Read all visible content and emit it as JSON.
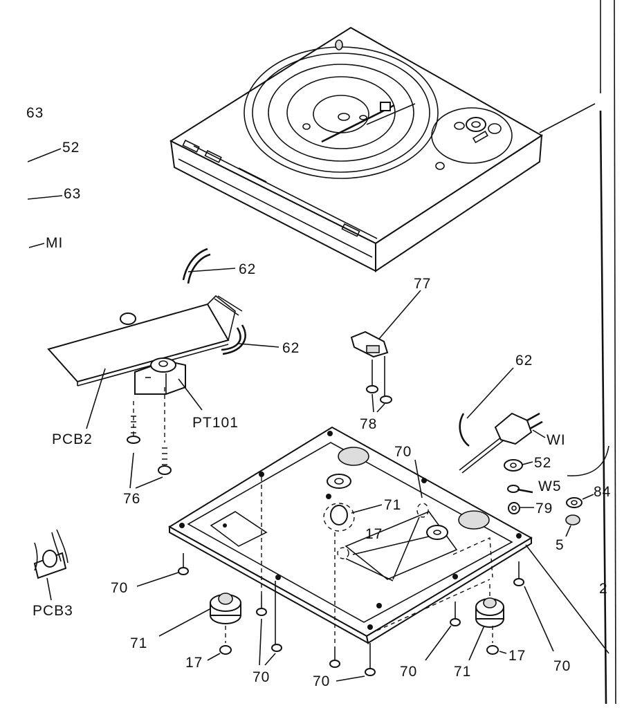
{
  "labels": {
    "top_63": "63",
    "left_52": "52",
    "left_63": "63",
    "left_m1": "MI",
    "c62_upper": "62",
    "c62_lower": "62",
    "c77": "77",
    "c78": "78",
    "r62": "62",
    "w1": "WI",
    "r52": "52",
    "w5": "W5",
    "r79": "79",
    "r84": "84",
    "r5": "5",
    "pcb2": "PCB2",
    "pt101": "PT101",
    "c76": "76",
    "pcb3": "PCB3",
    "c70_top": "70",
    "c71_mid": "71",
    "c17_mid": "17",
    "c70_left": "70",
    "c71_left": "71",
    "c17_left": "17",
    "c70_bl": "70",
    "c70_bm": "70",
    "c70_br": "70",
    "c71_br": "71",
    "c17_br": "17",
    "c70_right": "70",
    "edge_2": "2"
  }
}
